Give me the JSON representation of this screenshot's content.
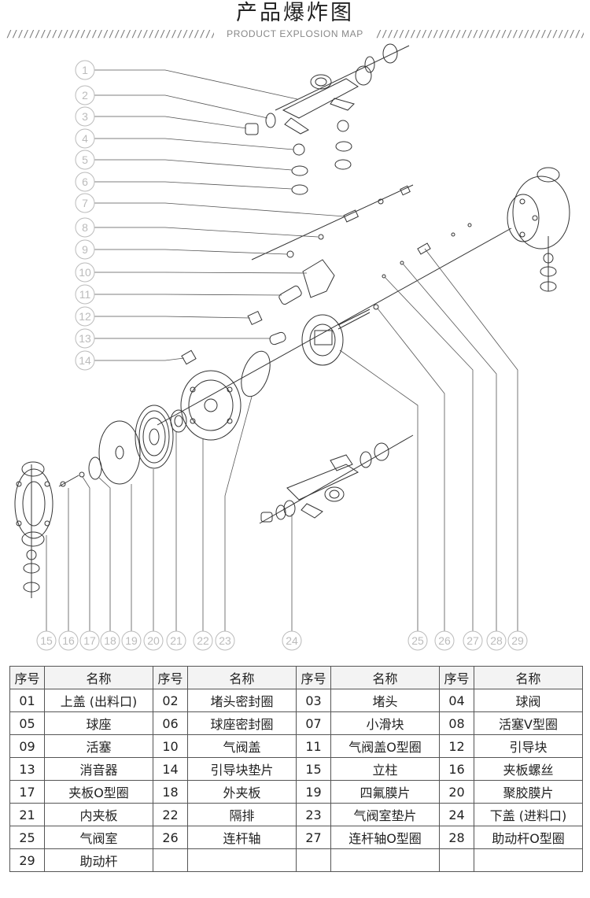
{
  "header": {
    "title": "产品爆炸图",
    "subtitle": "PRODUCT EXPLOSION MAP",
    "slashes": "////////////////////////////////////////"
  },
  "callouts": [
    "1",
    "2",
    "3",
    "4",
    "5",
    "6",
    "7",
    "8",
    "9",
    "10",
    "11",
    "12",
    "13",
    "14",
    "15",
    "16",
    "17",
    "18",
    "19",
    "20",
    "21",
    "22",
    "23",
    "24",
    "25",
    "26",
    "27",
    "28",
    "29"
  ],
  "table": {
    "headers": [
      "序号",
      "名称",
      "序号",
      "名称",
      "序号",
      "名称",
      "序号",
      "名称"
    ],
    "rows": [
      [
        "01",
        "上盖 (出料口)",
        "02",
        "堵头密封圈",
        "03",
        "堵头",
        "04",
        "球阀"
      ],
      [
        "05",
        "球座",
        "06",
        "球座密封圈",
        "07",
        "小滑块",
        "08",
        "活塞V型圈"
      ],
      [
        "09",
        "活塞",
        "10",
        "气阀盖",
        "11",
        "气阀盖O型圈",
        "12",
        "引导块"
      ],
      [
        "13",
        "消音器",
        "14",
        "引导块垫片",
        "15",
        "立柱",
        "16",
        "夹板螺丝"
      ],
      [
        "17",
        "夹板O型圈",
        "18",
        "外夹板",
        "19",
        "四氟膜片",
        "20",
        "聚胶膜片"
      ],
      [
        "21",
        "内夹板",
        "22",
        "隔排",
        "23",
        "气阀室垫片",
        "24",
        "下盖 (进料口)"
      ],
      [
        "25",
        "气阀室",
        "26",
        "连杆轴",
        "27",
        "连杆轴O型圈",
        "28",
        "助动杆O型圈"
      ],
      [
        "29",
        "助动杆",
        "",
        "",
        "",
        "",
        "",
        ""
      ]
    ]
  },
  "colors": {
    "line": "#333333",
    "callout": "#bbbbbb",
    "header_bg": "#f3f3f3"
  }
}
